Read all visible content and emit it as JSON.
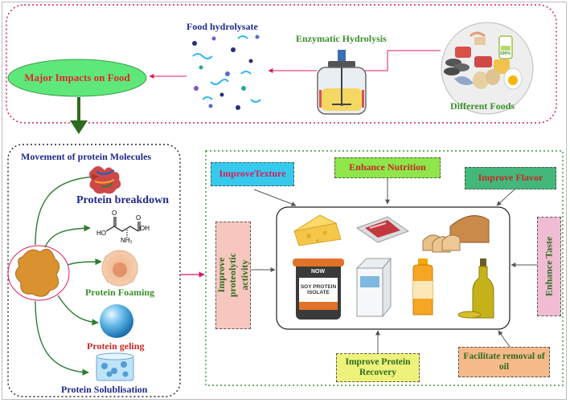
{
  "top": {
    "food_hydrolysate": "Food hydrolysate",
    "enzymatic_hydrolysis": "Enzymatic Hydrolysis",
    "major_impacts": "Major Impacts on Food",
    "different_foods": "Different Foods",
    "bottle_label": "100%"
  },
  "left": {
    "title": "Movement of protein Molecules",
    "items": [
      "Protein breakdown",
      "Protein Foaming",
      "Protein geling",
      "Protein Solublisation"
    ],
    "molecule_labels": {
      "ho": "HO",
      "oh": "OH",
      "nh2": "NH₂",
      "o": "O"
    }
  },
  "right": {
    "improve_texture": "ImproveTexture",
    "enhance_nutrition": "Enhance  Nutrition",
    "improve_flavor": "Improve Flavor",
    "improve_proteolytic": "Improve proteolytic activity",
    "enhance_taste": "Enhance Taste",
    "improve_recovery": "Improve Protein Recovery",
    "facilitate_removal": "Facilitate removal of oil",
    "tub_label": "SOY PROTEIN ISOLATE",
    "tub_brand": "NOW"
  },
  "colors": {
    "pink_dotted": "#d81b60",
    "green_dotted": "#2e9d2e",
    "ellipse_fill": "#5ee87a",
    "ellipse_text": "#e3262e",
    "navy_text": "#1f2a8a",
    "green_text": "#3a8f2a",
    "red_text": "#c62828",
    "dark_green_arrow": "#2e6b1f"
  }
}
